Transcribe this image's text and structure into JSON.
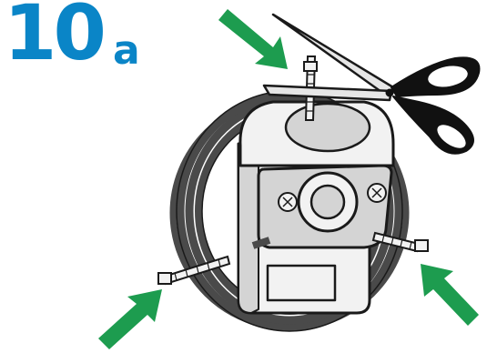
{
  "step": {
    "number": "10",
    "letter": "a"
  },
  "colors": {
    "step_label": "#0a85c7",
    "arrow": "#1d9c4f",
    "outline": "#1a1a1a",
    "cable": "#4a4a4a",
    "housing_light": "#f2f2f2",
    "housing_shade": "#d4d4d4",
    "scissor_handle": "#111111",
    "scissor_blade": "#e6e6e6"
  },
  "icons": [
    "scissors-icon",
    "cable-tie-icon",
    "arrow-icon",
    "coiled-cable",
    "device-housing"
  ]
}
